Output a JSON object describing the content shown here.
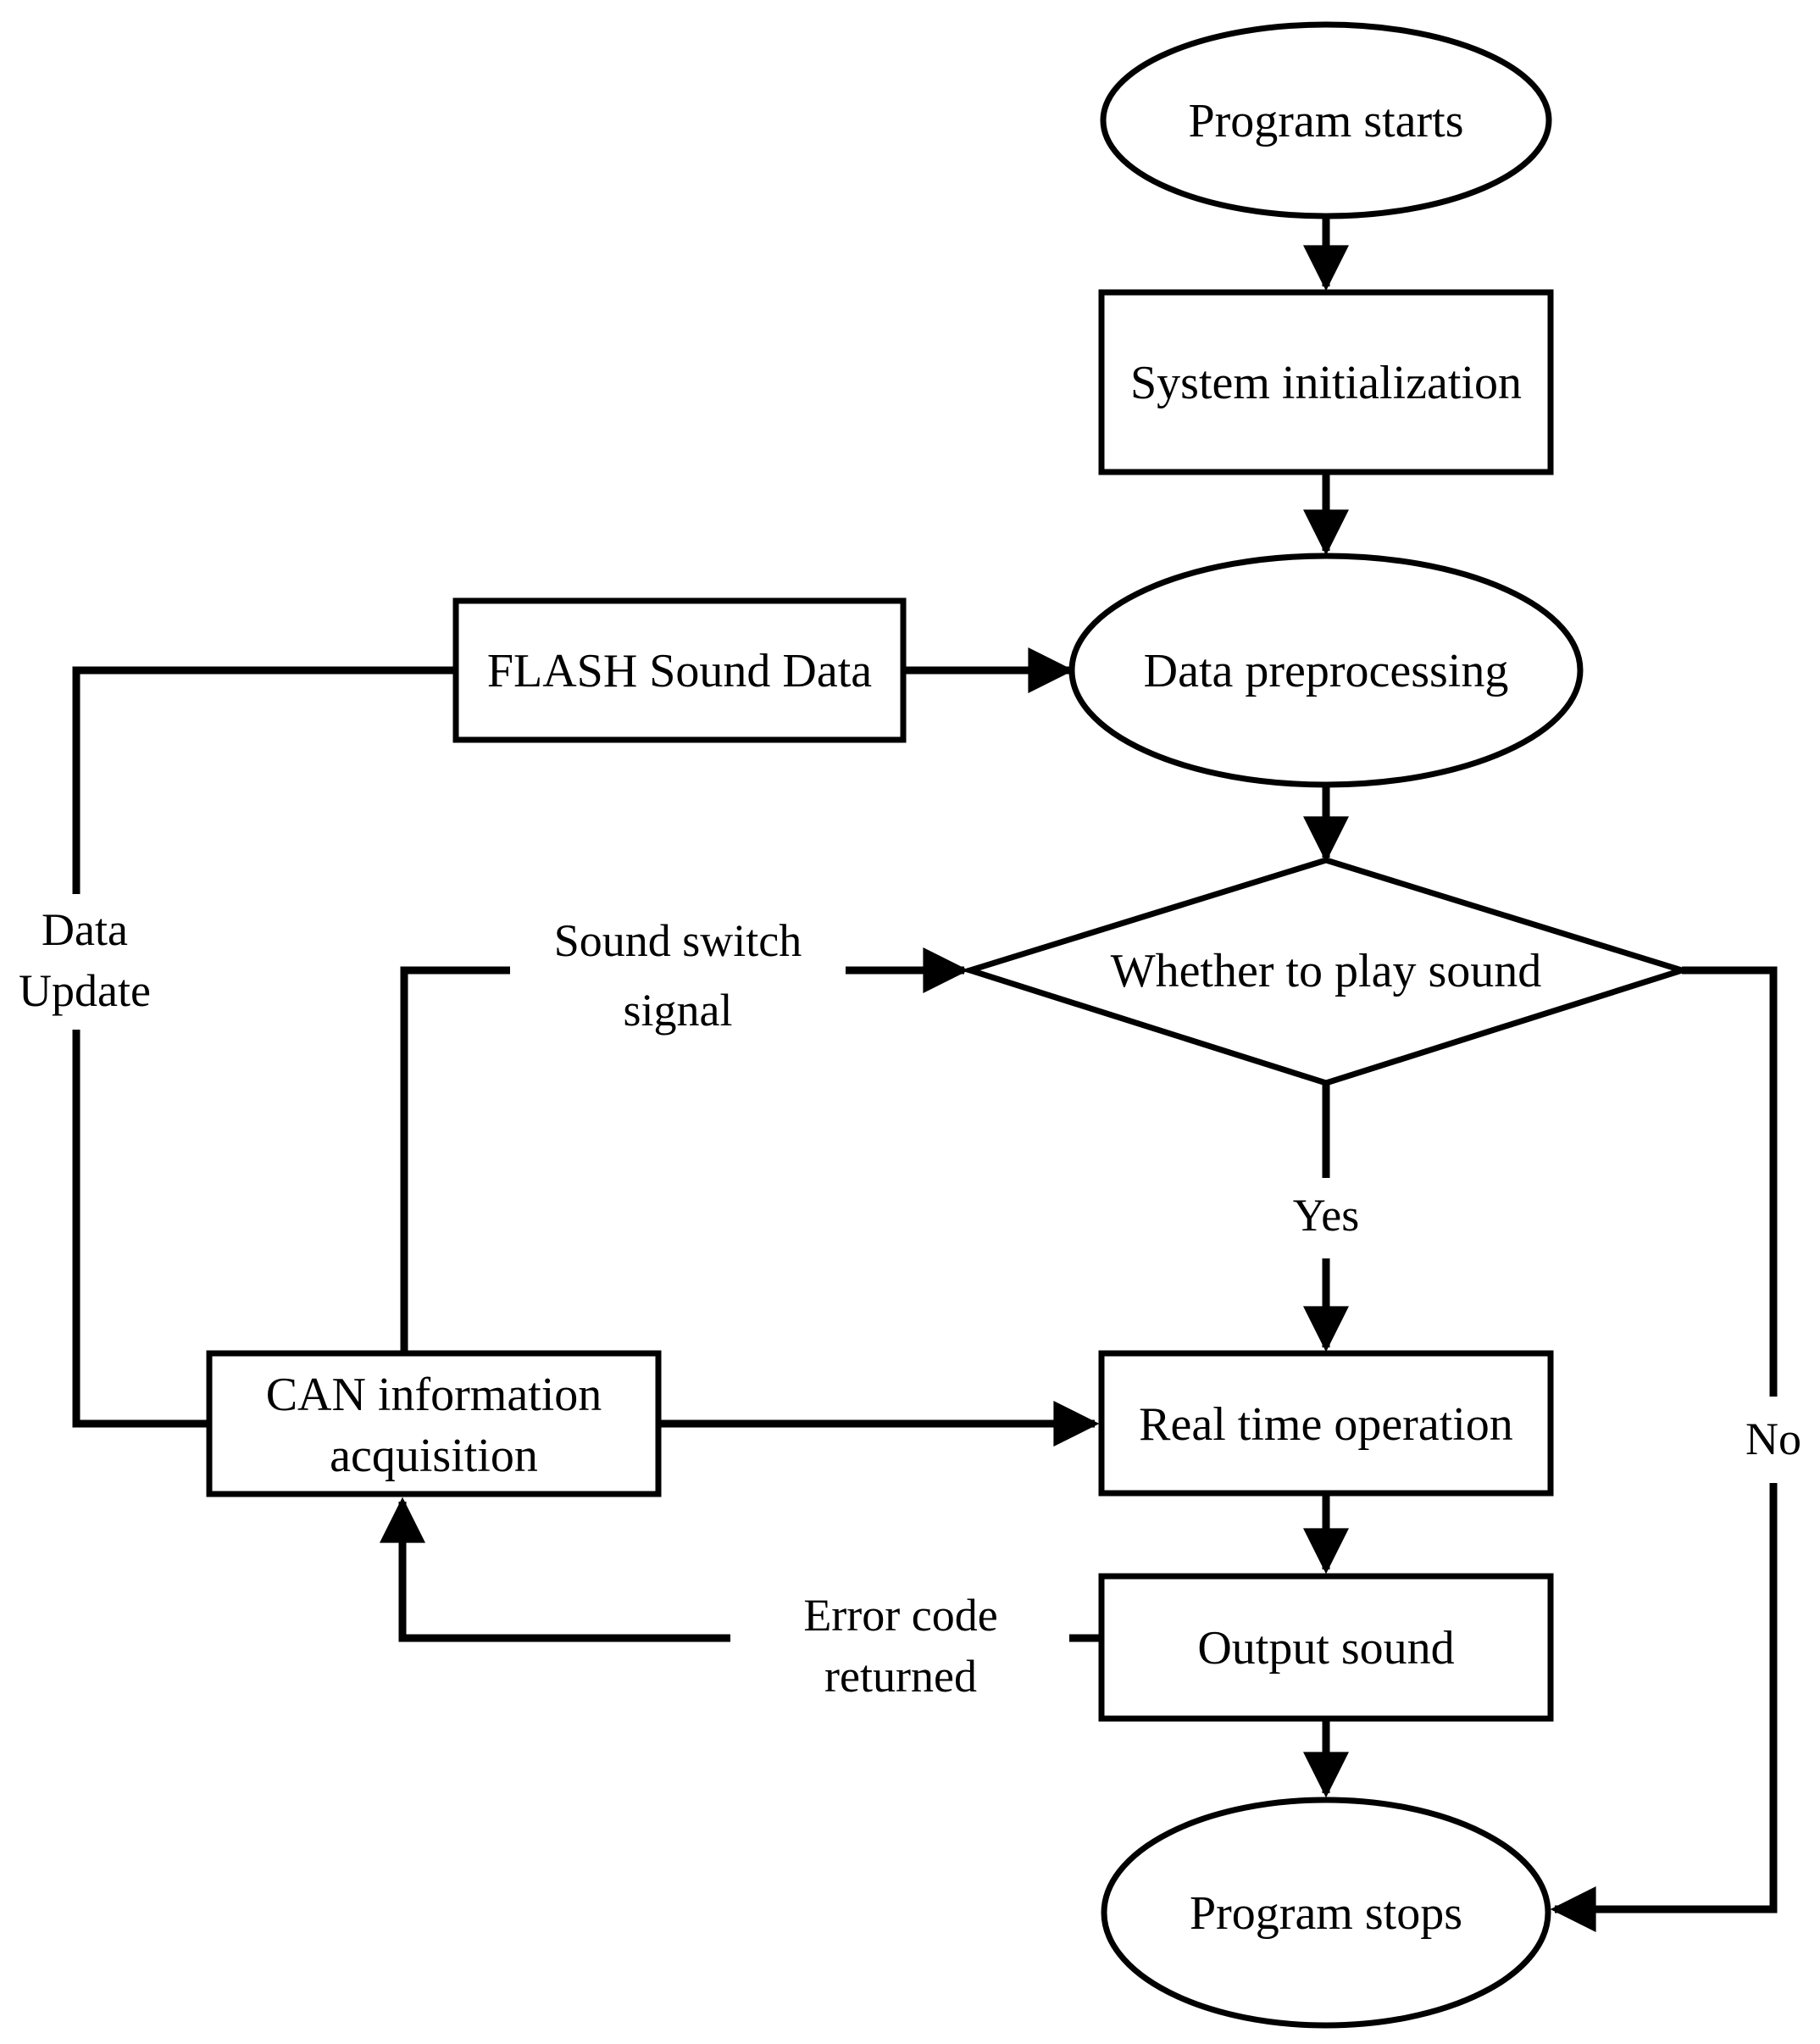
{
  "figure": {
    "type": "flowchart",
    "background_color": "#ffffff",
    "line_color": "#000000",
    "nodes": {
      "program_starts": {
        "shape": "terminator-ellipse",
        "label": "Program starts"
      },
      "system_initialization": {
        "shape": "process-rect",
        "label": "System initialization"
      },
      "flash_sound_data": {
        "shape": "process-rect",
        "label": "FLASH Sound Data"
      },
      "data_preprocessing": {
        "shape": "terminator-ellipse",
        "label": "Data preprocessing"
      },
      "whether_to_play_sound": {
        "shape": "decision-diamond",
        "label": "Whether to play sound"
      },
      "can_information_acquisition": {
        "shape": "process-rect",
        "label_line1": "CAN information",
        "label_line2": "acquisition"
      },
      "real_time_operation": {
        "shape": "process-rect",
        "label": "Real time operation"
      },
      "output_sound": {
        "shape": "process-rect",
        "label": "Output sound"
      },
      "program_stops": {
        "shape": "terminator-ellipse",
        "label": "Program stops"
      }
    },
    "edge_labels": {
      "yes": "Yes",
      "no": "No",
      "data_update_line1": "Data",
      "data_update_line2": "Update",
      "sound_switch_line1": "Sound switch",
      "sound_switch_line2": "signal",
      "error_code_line1": "Error code",
      "error_code_line2": "returned"
    },
    "edges": [
      {
        "from": "program_starts",
        "to": "system_initialization",
        "label": ""
      },
      {
        "from": "system_initialization",
        "to": "data_preprocessing",
        "label": ""
      },
      {
        "from": "flash_sound_data",
        "to": "data_preprocessing",
        "label": ""
      },
      {
        "from": "data_preprocessing",
        "to": "whether_to_play_sound",
        "label": ""
      },
      {
        "from": "whether_to_play_sound",
        "to": "real_time_operation",
        "label": "Yes"
      },
      {
        "from": "whether_to_play_sound",
        "to": "program_stops",
        "label": "No"
      },
      {
        "from": "can_information_acquisition",
        "to": "real_time_operation",
        "label": ""
      },
      {
        "from": "can_information_acquisition",
        "to": "whether_to_play_sound",
        "label": "Sound switch signal"
      },
      {
        "from": "can_information_acquisition",
        "to": "flash_sound_data",
        "label": "Data Update"
      },
      {
        "from": "real_time_operation",
        "to": "output_sound",
        "label": ""
      },
      {
        "from": "output_sound",
        "to": "can_information_acquisition",
        "label": "Error code returned"
      },
      {
        "from": "output_sound",
        "to": "program_stops",
        "label": ""
      }
    ]
  }
}
